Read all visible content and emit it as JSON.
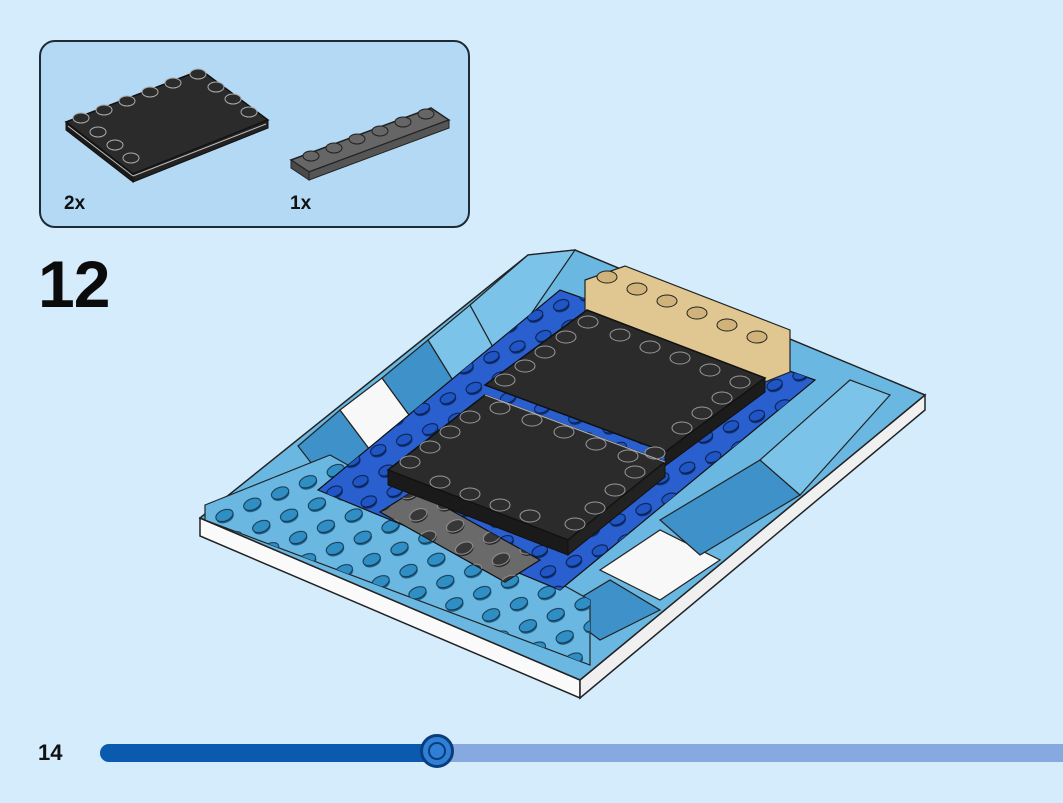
{
  "parts_list": {
    "items": [
      {
        "quantity": "2x",
        "part": "black-4x6-plate-icon"
      },
      {
        "quantity": "1x",
        "part": "dark-gray-1x6-plate-icon"
      }
    ]
  },
  "step": {
    "number": "12"
  },
  "footer": {
    "page_number": "14",
    "progress_fraction": 0.35
  },
  "colors": {
    "background": "#d4ecfb",
    "parts_box": "#b4d9f5",
    "progress_fill": "#0a5bb0",
    "progress_track": "#86aadf"
  }
}
